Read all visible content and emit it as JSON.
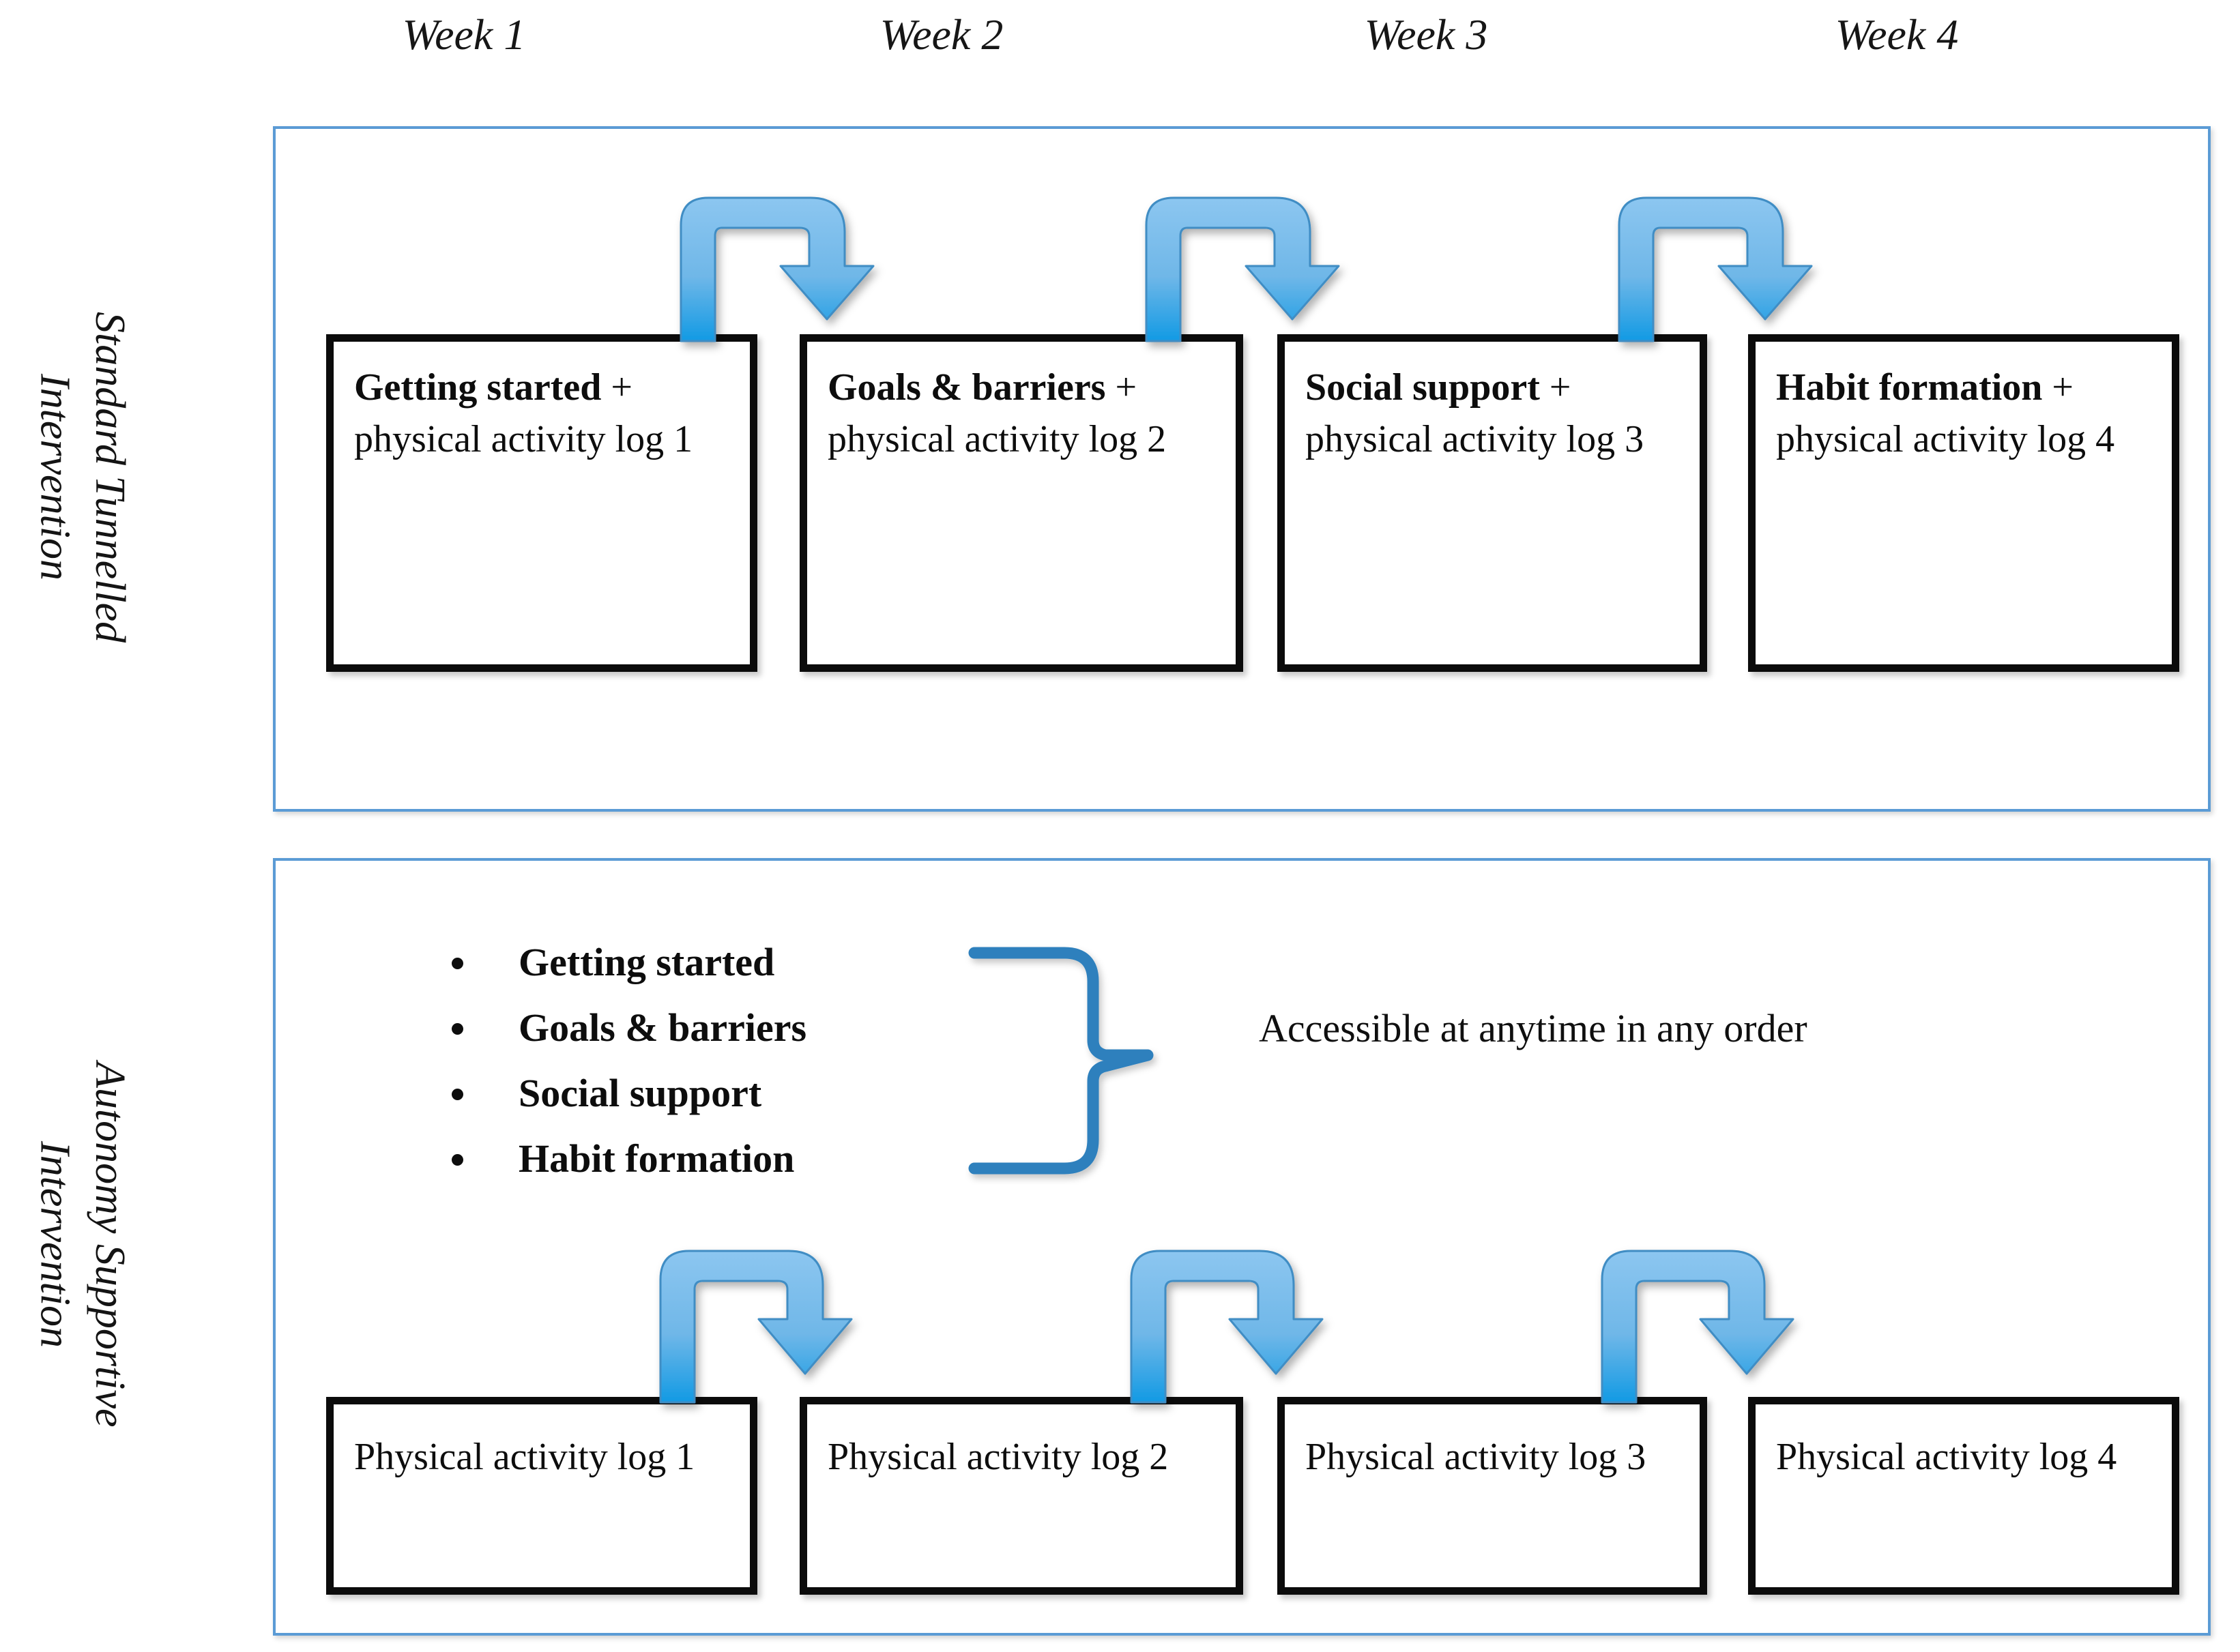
{
  "header": {
    "weeks": [
      "Week 1",
      "Week 2",
      "Week 3",
      "Week 4"
    ]
  },
  "rows": {
    "standard": {
      "side_label": "Standard Tunnelled\nIntervention",
      "boxes": [
        {
          "title": "Getting started",
          "suffix": " +",
          "body": "physical activity log 1"
        },
        {
          "title": "Goals & barriers",
          "suffix": " +",
          "body": "physical activity log 2"
        },
        {
          "title": "Social support",
          "suffix": "",
          "body": "+ physical activity log 3"
        },
        {
          "title": "Habit formation",
          "suffix": " +",
          "body": "physical activity log 4"
        }
      ]
    },
    "autonomy": {
      "side_label": "Autonomy Supportive\nIntervention",
      "modules": [
        "Getting started",
        "Goals & barriers",
        "Social support",
        "Habit formation"
      ],
      "annotation": "Accessible at anytime in any order",
      "boxes": [
        "Physical activity log 1",
        "Physical activity log 2",
        "Physical activity log 3",
        "Physical activity log 4"
      ]
    }
  },
  "colors": {
    "panel_border": "#5b9bd5",
    "arrow_light": "#7ec0ee",
    "arrow_dark": "#1a9ae0",
    "arrow_stroke": "#3f8dc4",
    "brace": "#2f80bd",
    "box_border": "#0b0b0b",
    "text": "#0d0d0d"
  }
}
